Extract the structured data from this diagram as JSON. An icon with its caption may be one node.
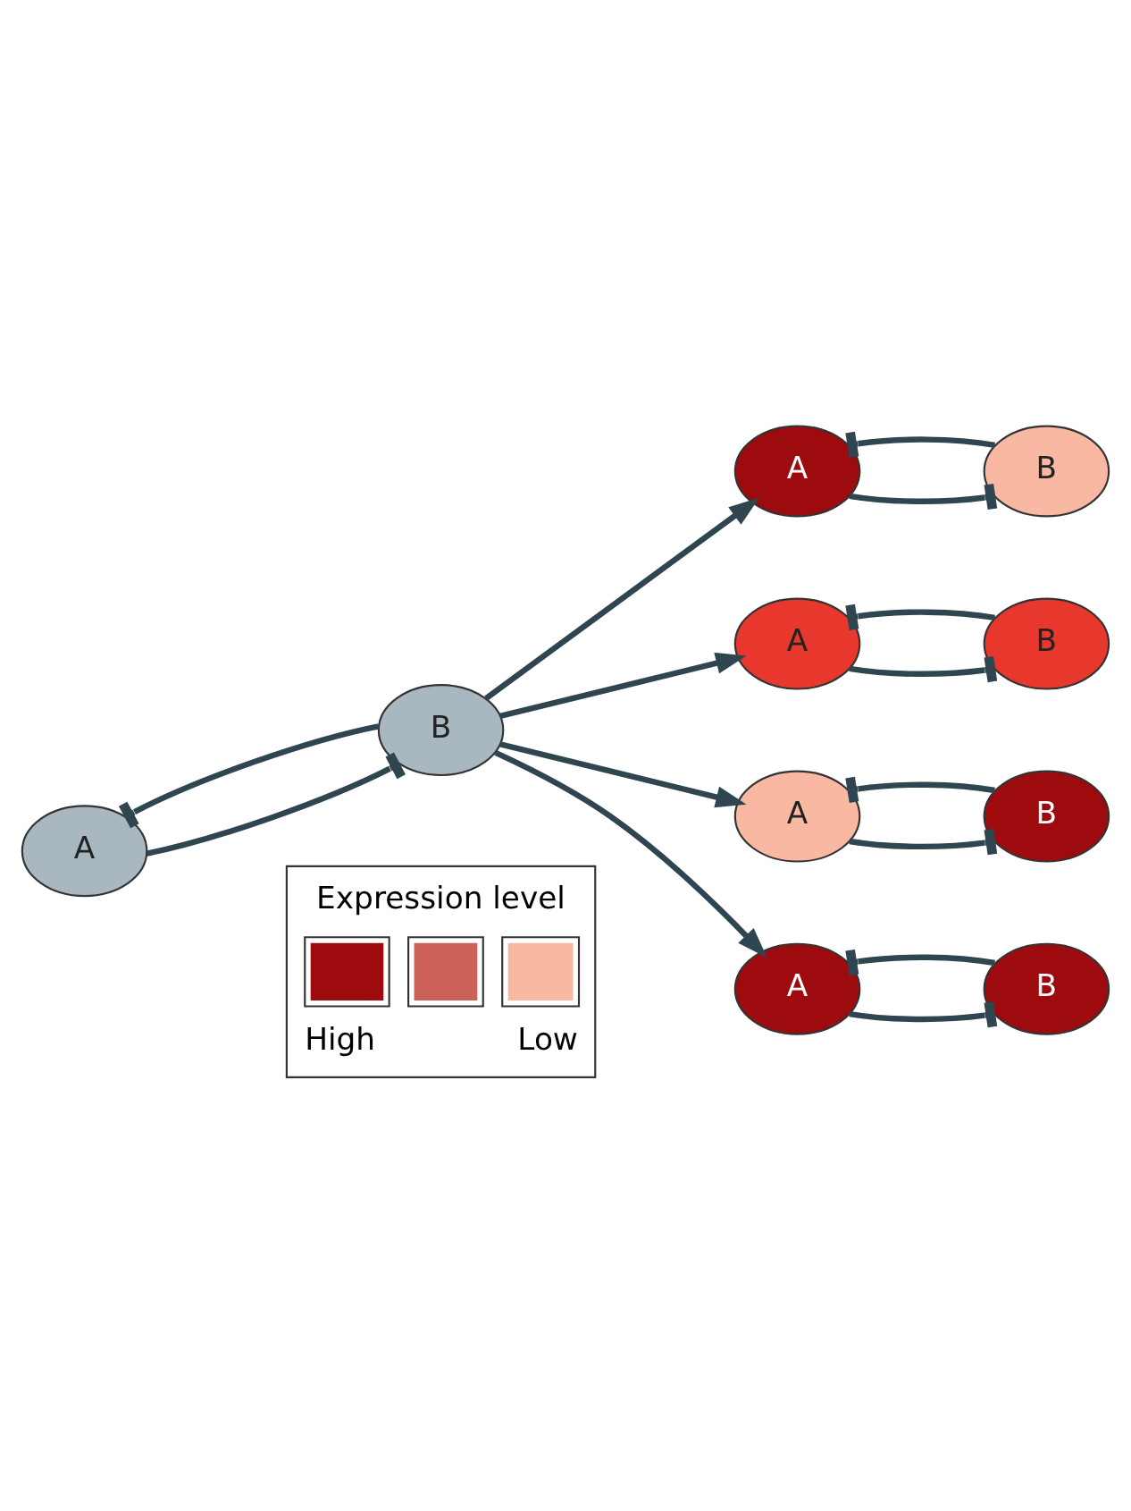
{
  "diagram": {
    "nodes": [
      {
        "text": [
          "A"
        ]
      },
      {
        "text": [
          "B"
        ]
      },
      {
        "text": [
          "A"
        ]
      },
      {
        "text": [
          "B"
        ]
      },
      {
        "text": [
          "A"
        ]
      },
      {
        "text": [
          "B"
        ]
      },
      {
        "text": [
          "A"
        ]
      },
      {
        "text": [
          "B"
        ]
      },
      {
        "text": [
          "A"
        ]
      },
      {
        "text": [
          "B"
        ]
      }
    ],
    "edges": [
      {
        "from": 0,
        "to": 1,
        "arrow": "other"
      },
      {
        "from": 1,
        "to": 0,
        "arrow": "other"
      },
      {
        "from": 1,
        "to": 2,
        "arrow": "to"
      },
      {
        "from": 1,
        "to": 4,
        "arrow": "to"
      },
      {
        "from": 1,
        "to": 6,
        "arrow": "to"
      },
      {
        "from": 1,
        "to": 8,
        "arrow": "to"
      },
      {
        "from": 2,
        "to": 3,
        "arrow": "other"
      },
      {
        "from": 3,
        "to": 2,
        "arrow": "other"
      },
      {
        "from": 4,
        "to": 5,
        "arrow": "other"
      },
      {
        "from": 5,
        "to": 4,
        "arrow": "other"
      },
      {
        "from": 6,
        "to": 7,
        "arrow": "other"
      },
      {
        "from": 7,
        "to": 6,
        "arrow": "other"
      },
      {
        "from": 8,
        "to": 9,
        "arrow": "other"
      },
      {
        "from": 9,
        "to": 8,
        "arrow": "other"
      }
    ],
    "labels": [
      "Expression level"
    ],
    "legend": [
      {
        "text": "High",
        "color": "#9e0b0f"
      },
      {
        "text": "Low",
        "color": "#f9b8a2"
      }
    ]
  }
}
